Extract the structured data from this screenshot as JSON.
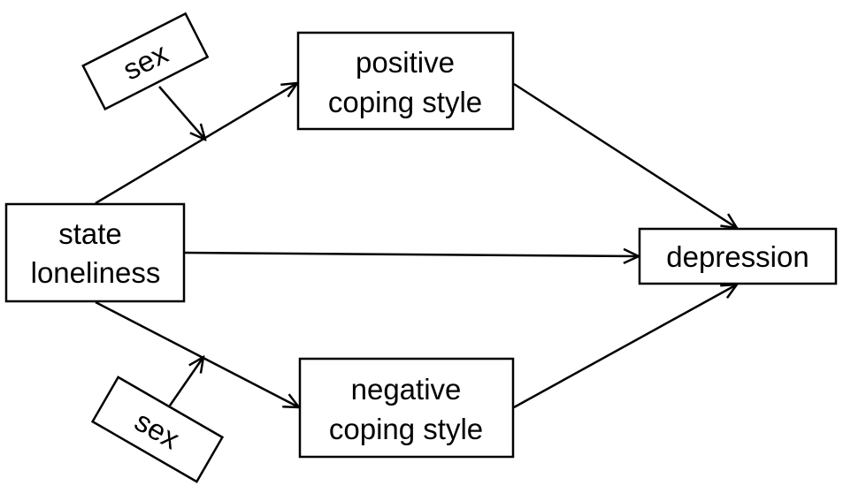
{
  "diagram": {
    "nodes": {
      "state_loneliness": {
        "lines": [
          "state",
          "loneliness"
        ]
      },
      "positive_coping": {
        "lines": [
          "positive",
          "coping style"
        ]
      },
      "negative_coping": {
        "lines": [
          "negative",
          "coping style"
        ]
      },
      "depression": {
        "lines": [
          "depression"
        ]
      },
      "sex_top": {
        "lines": [
          "sex"
        ]
      },
      "sex_bottom": {
        "lines": [
          "sex"
        ]
      }
    },
    "edges": [
      {
        "from": "state_loneliness",
        "to": "positive_coping"
      },
      {
        "from": "state_loneliness",
        "to": "negative_coping"
      },
      {
        "from": "state_loneliness",
        "to": "depression"
      },
      {
        "from": "positive_coping",
        "to": "depression"
      },
      {
        "from": "negative_coping",
        "to": "depression"
      },
      {
        "from": "sex_top",
        "to": "path:state_loneliness-positive_coping",
        "type": "moderation"
      },
      {
        "from": "sex_bottom",
        "to": "path:state_loneliness-negative_coping",
        "type": "moderation"
      }
    ],
    "colors": {
      "stroke": "#000000",
      "fill": "#ffffff"
    }
  }
}
